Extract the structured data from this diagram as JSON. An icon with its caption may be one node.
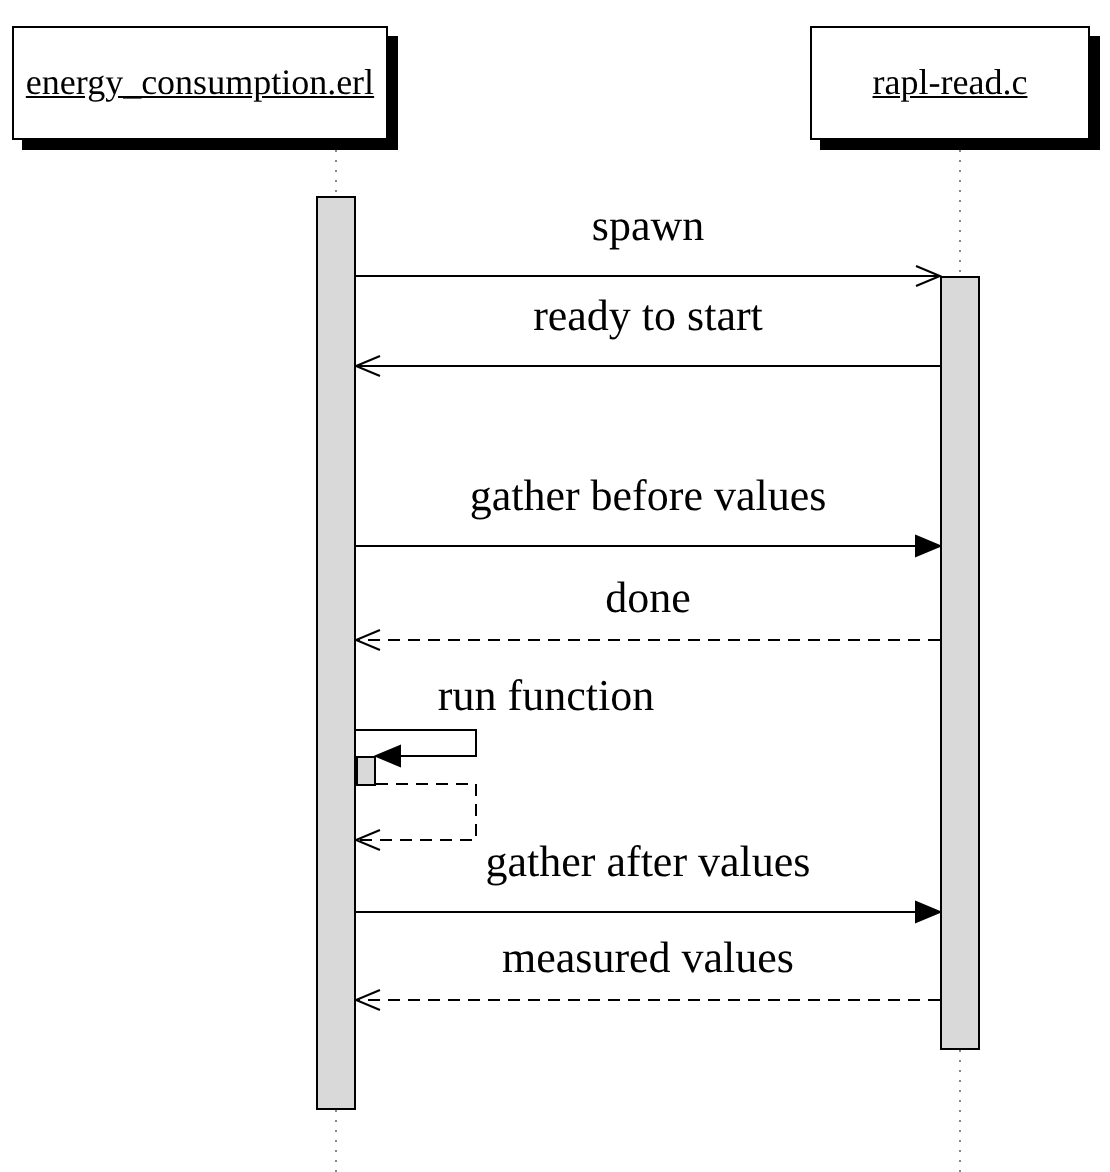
{
  "diagram": {
    "nodes": [
      {
        "text": [
          "energy_consumption.erl"
        ]
      },
      {
        "text": [
          "rapl-read.c"
        ]
      },
      {
        "text": [],
        "shape": "bar"
      },
      {
        "text": [],
        "shape": "bar"
      },
      {
        "text": [],
        "shape": "bar"
      }
    ],
    "edges": [
      {
        "from": 2,
        "to": 3,
        "arrow": "to",
        "label": "spawn"
      },
      {
        "from": 3,
        "to": 2,
        "arrow": "to",
        "label": "ready to start"
      },
      {
        "from": 2,
        "to": 3,
        "arrow": "to",
        "label": "gather before values"
      },
      {
        "from": 3,
        "to": 2,
        "arrow": "to",
        "label": "done",
        "style": "dashed"
      },
      {
        "from": 2,
        "to": 4,
        "arrow": "to",
        "label": "run function"
      },
      {
        "from": 4,
        "to": 2,
        "arrow": "to",
        "style": "dashed"
      },
      {
        "from": 2,
        "to": 3,
        "arrow": "to",
        "label": "gather after values"
      },
      {
        "from": 3,
        "to": 2,
        "arrow": "to",
        "label": "measured values",
        "style": "dashed"
      }
    ]
  }
}
